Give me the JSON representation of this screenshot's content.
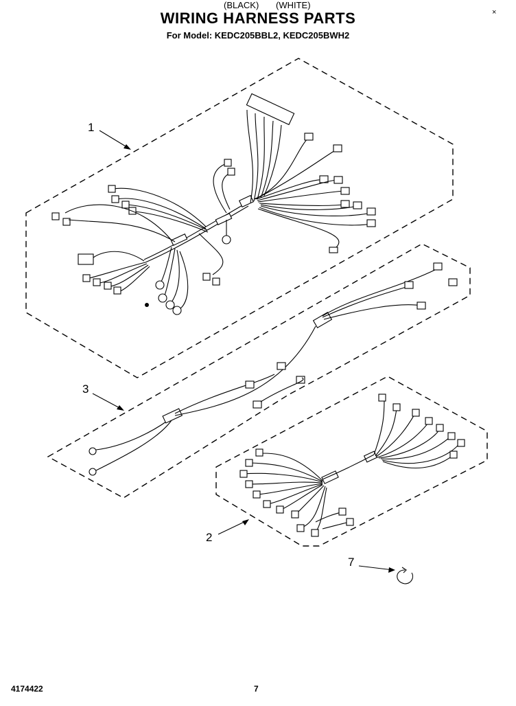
{
  "title": "WIRING HARNESS PARTS",
  "model_line": "For Model: KEDC205BBL2, KEDC205BWH2",
  "color_black": "(BLACK)",
  "color_white": "(WHITE)",
  "corner_mark": "×",
  "callouts": {
    "part1": "1",
    "part3": "3",
    "part2": "2",
    "part7": "7"
  },
  "doc_number": "4174422",
  "page_number": "7"
}
